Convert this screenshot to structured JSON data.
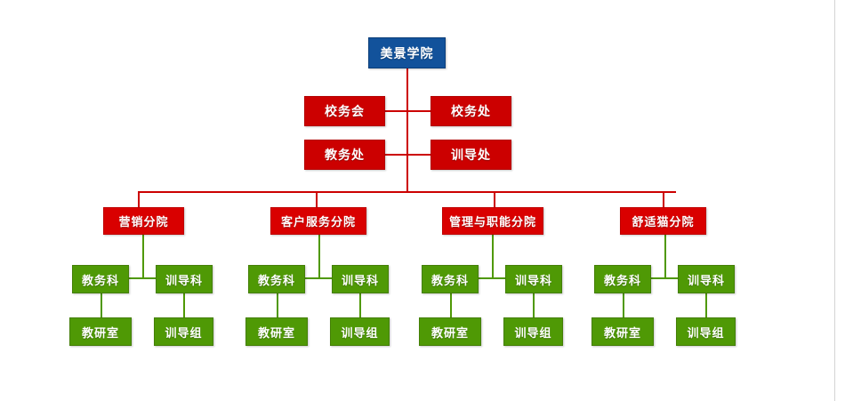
{
  "chart": {
    "type": "org-chart",
    "title": "",
    "colors": {
      "root": "#12529B",
      "staff": "#CC0000",
      "division": "#D90000",
      "section": "#4F9905",
      "unit": "#4F9905",
      "connector_red": "#CC0000",
      "connector_green": "#4F9905",
      "background": "#FFFFFF",
      "text": "#FFFFFF"
    },
    "root": {
      "label": "美景学院"
    },
    "staff": [
      {
        "label": "校务会"
      },
      {
        "label": "校务处"
      },
      {
        "label": "教务处"
      },
      {
        "label": "训导处"
      }
    ],
    "divisions": [
      {
        "label": "营销分院",
        "sections": [
          {
            "label": "教务科",
            "child": {
              "label": "教研室"
            }
          },
          {
            "label": "训导科",
            "child": {
              "label": "训导组"
            }
          }
        ]
      },
      {
        "label": "客户服务分院",
        "sections": [
          {
            "label": "教务科",
            "child": {
              "label": "教研室"
            }
          },
          {
            "label": "训导科",
            "child": {
              "label": "训导组"
            }
          }
        ]
      },
      {
        "label": "管理与职能分院",
        "sections": [
          {
            "label": "教务科",
            "child": {
              "label": "教研室"
            }
          },
          {
            "label": "训导科",
            "child": {
              "label": "训导组"
            }
          }
        ]
      },
      {
        "label": "舒适猫分院",
        "sections": [
          {
            "label": "教务科",
            "child": {
              "label": "教研室"
            }
          },
          {
            "label": "训导科",
            "child": {
              "label": "训导组"
            }
          }
        ]
      }
    ]
  }
}
